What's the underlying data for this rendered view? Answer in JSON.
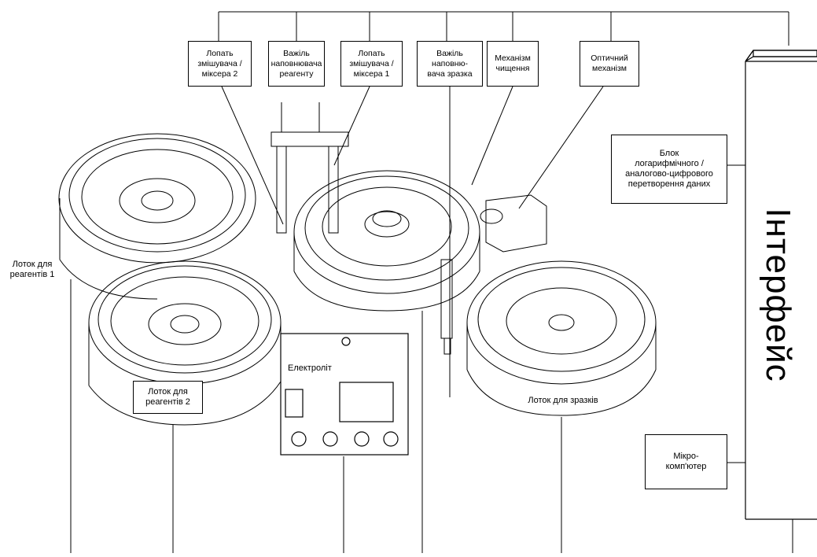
{
  "labels": {
    "mixer2": "Лопать\nзмішувача /\nміксера 2",
    "reagent_arm": "Важіль\nнаповнювача\nреагенту",
    "mixer1": "Лопать\nзмішувача /\nміксера 1",
    "sample_arm": "Важіль\nнаповню-\nвача зразка",
    "wash": "Механізм\nчищення",
    "optic": "Оптичний\nмеханізм",
    "adc": "Блок\nлогарифмічного /\nаналогово-цифрового\nперетворення даних",
    "interface": "Інтерфейс",
    "micro": "Мікро-\nкомп'ютер",
    "tray1": "Лоток для\nреагентів 1",
    "tray2": "Лоток для\nреагентів 2",
    "electrolyte": "Електроліт",
    "sample_tray": "Лоток для зразків"
  }
}
